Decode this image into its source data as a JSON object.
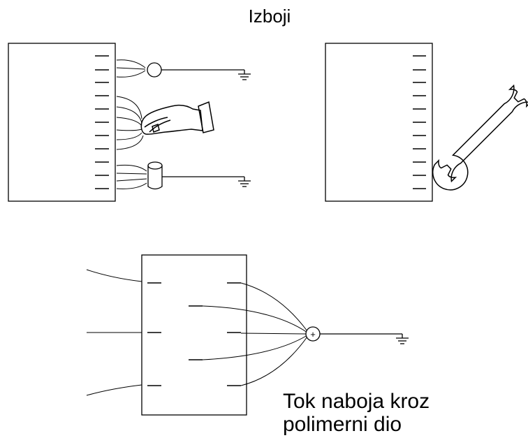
{
  "title": "Izboji",
  "caption_line1": "Tok naboja kroz",
  "caption_line2": "polimerni dio",
  "node_symbol": "+",
  "icons": [
    "sphere-electrode-icon",
    "finger-touch-icon",
    "cylinder-electrode-icon",
    "ground-icon",
    "wrench-icon"
  ],
  "colors": {
    "stroke": "#000000",
    "background": "#ffffff"
  }
}
